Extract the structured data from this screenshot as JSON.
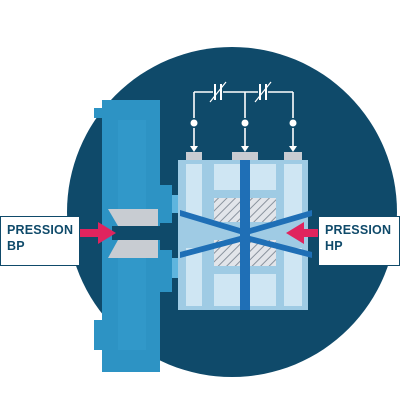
{
  "labels": {
    "low_pressure": {
      "line1": "PRESSION",
      "line2": "BP"
    },
    "high_pressure": {
      "line1": "PRESSION",
      "line2": "HP"
    }
  },
  "colors": {
    "background_circle": "#0f4a6a",
    "housing": "#2d93c4",
    "port_gray": "#c8ccd2",
    "inner_light": "#cfe6f3",
    "inner_mid": "#9fcbe4",
    "diaphragm_blue": "#1f6fb6",
    "arrow": "#e0245e",
    "wire": "#ffffff"
  },
  "icons": [
    "arrow-right-icon",
    "arrow-left-icon",
    "capacitor-icon",
    "electrode-terminal-icon"
  ]
}
